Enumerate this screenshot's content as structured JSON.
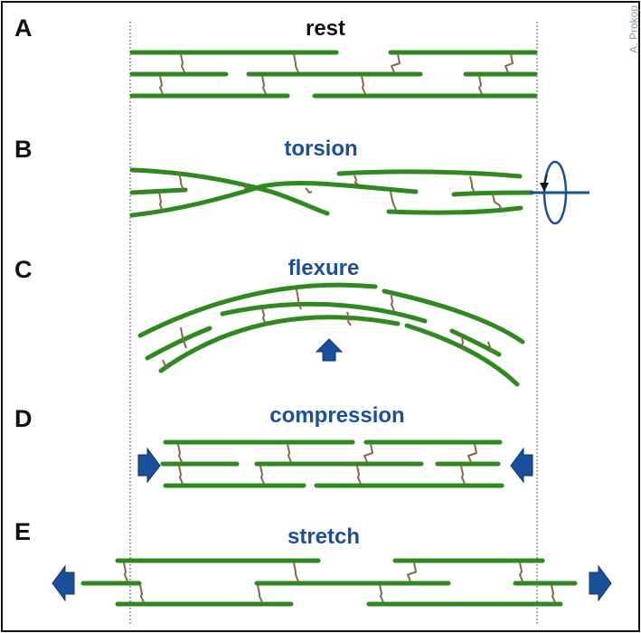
{
  "colors": {
    "filament": "#2e8a1e",
    "crosslinker": "#8a6748",
    "accent_blue": "#1a4f9c",
    "title_black": "#111111",
    "credit_gray": "#8a9aa8",
    "guide_line": "#222222"
  },
  "credit": "A. Prokop",
  "panels": [
    {
      "letter": "A",
      "title": "rest",
      "title_color": "#111111"
    },
    {
      "letter": "B",
      "title": "torsion",
      "title_color": "#1a4f9c"
    },
    {
      "letter": "C",
      "title": "flexure",
      "title_color": "#1a4f9c"
    },
    {
      "letter": "D",
      "title": "compression",
      "title_color": "#1a4f9c"
    },
    {
      "letter": "E",
      "title": "stretch",
      "title_color": "#1a4f9c"
    }
  ],
  "icons": {
    "torsion": "rotation-arrow-icon",
    "flexure": "up-arrow-icon",
    "compression": "inward-arrows-icon",
    "stretch": "outward-arrows-icon"
  }
}
